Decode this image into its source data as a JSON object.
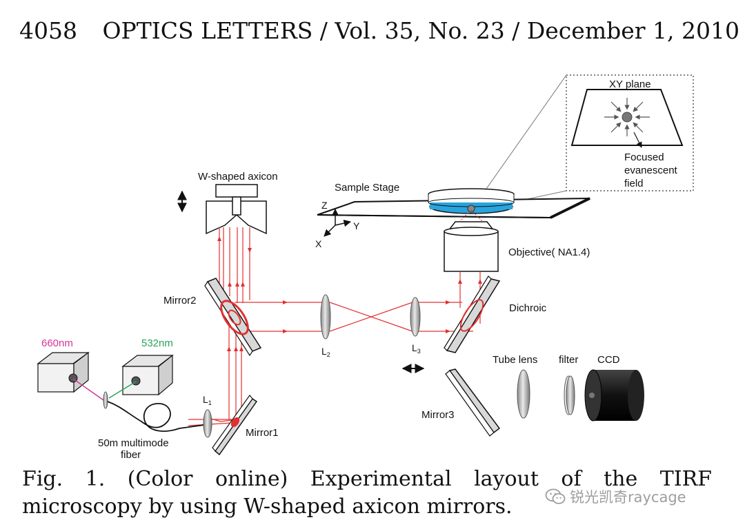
{
  "header": {
    "page_number": "4058",
    "journal_line": "OPTICS LETTERS / Vol. 35, No. 23 / December 1, 2010"
  },
  "figure": {
    "labels": {
      "xy_plane": "XY plane",
      "focused_1": "Focused",
      "focused_2": "evanescent",
      "focused_3": "field",
      "sample_stage": "Sample Stage",
      "w_axicon": "W-shaped axicon",
      "axis_z": "Z",
      "axis_y": "Y",
      "axis_x": "X",
      "objective": "Objective( NA1.4)",
      "mirror2": "Mirror2",
      "dichroic": "Dichroic",
      "l2": "L",
      "l2_sub": "2",
      "l3": "L",
      "l3_sub": "3",
      "laser_660": "660nm",
      "laser_532": "532nm",
      "tube_lens": "Tube lens",
      "filter": "filter",
      "ccd": "CCD",
      "mirror3": "Mirror3",
      "l1": "L",
      "l1_sub": "1",
      "mirror1": "Mirror1",
      "fiber_1": "50m multimode",
      "fiber_2": "fiber"
    }
  },
  "caption": {
    "words": [
      "Fig.",
      "1.",
      "(Color",
      "online)",
      "Experimental",
      "layout",
      "of",
      "the",
      "TIRF"
    ],
    "line2": "microscopy by using W-shaped axicon mirrors."
  },
  "watermark": "锐光凯奇raycage",
  "colors": {
    "beam": "#e23030",
    "laser_660": "#d4359a",
    "laser_532": "#2aa35a",
    "sample": "#2aa4dc"
  }
}
